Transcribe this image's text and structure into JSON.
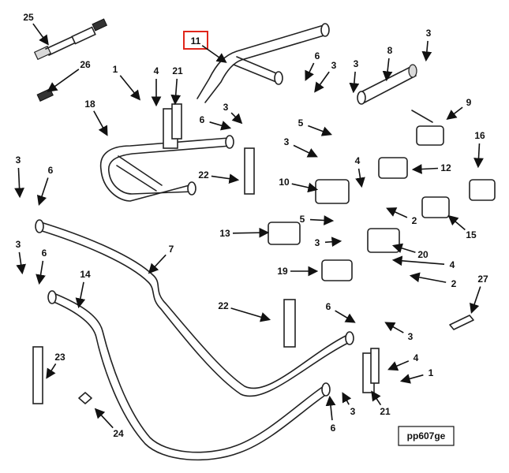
{
  "highlight": {
    "label": "11",
    "color": "#e0261b"
  },
  "reference": "pp607ge",
  "callouts": [
    "25",
    "26",
    "1",
    "4",
    "21",
    "18",
    "6",
    "3",
    "22",
    "11",
    "6",
    "3",
    "3",
    "8",
    "3",
    "5",
    "3",
    "9",
    "16",
    "12",
    "4",
    "10",
    "2",
    "5",
    "13",
    "20",
    "3",
    "15",
    "19",
    "4",
    "2",
    "3",
    "6",
    "3",
    "6",
    "7",
    "14",
    "22",
    "6",
    "3",
    "4",
    "1",
    "23",
    "24",
    "21",
    "3",
    "6",
    "27"
  ]
}
